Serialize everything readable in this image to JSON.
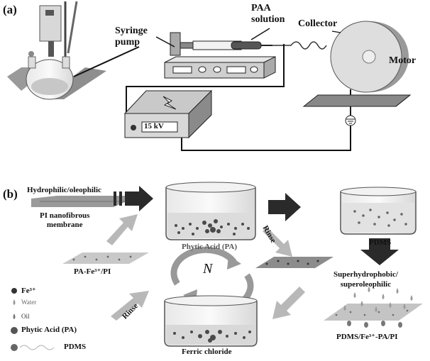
{
  "panel_a": {
    "label": "(a)",
    "syringe_pump": "Syringe\npump",
    "paa_solution": "PAA\nsolution",
    "collector": "Collector",
    "motor": "Motor",
    "voltage": "15 kV"
  },
  "panel_b": {
    "label": "(b)",
    "hydrophilic": "Hydrophilic/oleophilic",
    "pi_membrane": "PI nanofibrous\nmembrane",
    "phytic_beaker": "Phytic Acid (PA)",
    "pdms_beaker": "PDMS",
    "pa_fe_pi": "PA-Fe³⁺/PI",
    "n_symbol": "N",
    "rinse_top": "Rinse",
    "rinse_bottom": "Rinse",
    "superhydrophobic": "Superhydrophobic/\nsuperoleophilic",
    "ferric_chloride": "Ferric chloride",
    "product": "PDMS/Fe³⁺-PA/PI",
    "legend": {
      "fe": "Fe³⁺",
      "water": "Water",
      "oil": "Oil",
      "phytic": "Phytic Acid (PA)",
      "pdms": "PDMS"
    }
  },
  "colors": {
    "dark_arrow": "#2a2a2a",
    "light_arrow": "#b8b8b8",
    "device": "#cfcfcf",
    "particle": "#4a4a4a"
  }
}
